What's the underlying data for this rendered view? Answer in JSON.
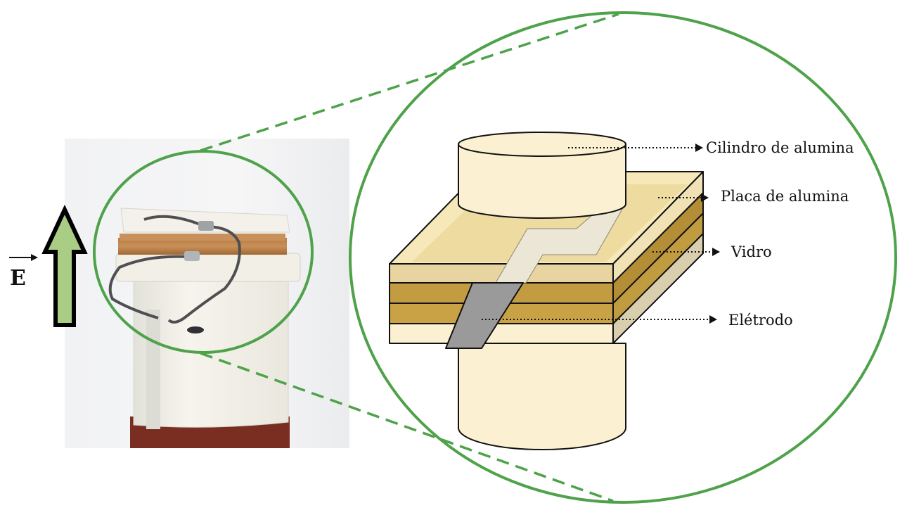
{
  "field": {
    "symbol": "E"
  },
  "labels": {
    "cylinder": "Cilindro de alumina",
    "plate": "Placa de alumina",
    "glass": "Vidro",
    "electrode": "Elétrodo"
  },
  "colors": {
    "zoom_circle": "#4ea24a",
    "arrow_fill": "#a9cd85",
    "cylinder_fill": "#fbf1d2",
    "plate_top": "#f6e8b8",
    "glass_layer": "#c19b3f",
    "electrode_fill": "#9a9a9a"
  }
}
